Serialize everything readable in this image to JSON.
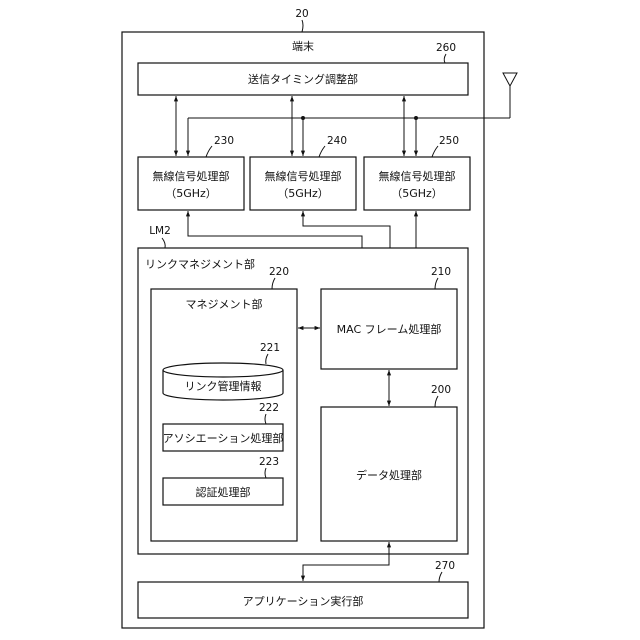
{
  "terminal": {
    "ref": "20",
    "label": "端末"
  },
  "tx_timing": {
    "ref": "260",
    "label": "送信タイミング調整部"
  },
  "radios": [
    {
      "ref": "230",
      "line1": "無線信号処理部",
      "line2": "（5GHz）"
    },
    {
      "ref": "240",
      "line1": "無線信号処理部",
      "line2": "（5GHz）"
    },
    {
      "ref": "250",
      "line1": "無線信号処理部",
      "line2": "（5GHz）"
    }
  ],
  "link_mgmt": {
    "ref": "LM2",
    "label": "リンクマネジメント部"
  },
  "mgmt": {
    "ref": "220",
    "label": "マネジメント部"
  },
  "link_info": {
    "ref": "221",
    "label": "リンク管理情報"
  },
  "association": {
    "ref": "222",
    "label": "アソシエーション処理部"
  },
  "auth": {
    "ref": "223",
    "label": "認証処理部"
  },
  "mac_frame": {
    "ref": "210",
    "label": "MAC フレーム処理部"
  },
  "data_proc": {
    "ref": "200",
    "label": "データ処理部"
  },
  "app": {
    "ref": "270",
    "label": "アプリケーション実行部"
  }
}
